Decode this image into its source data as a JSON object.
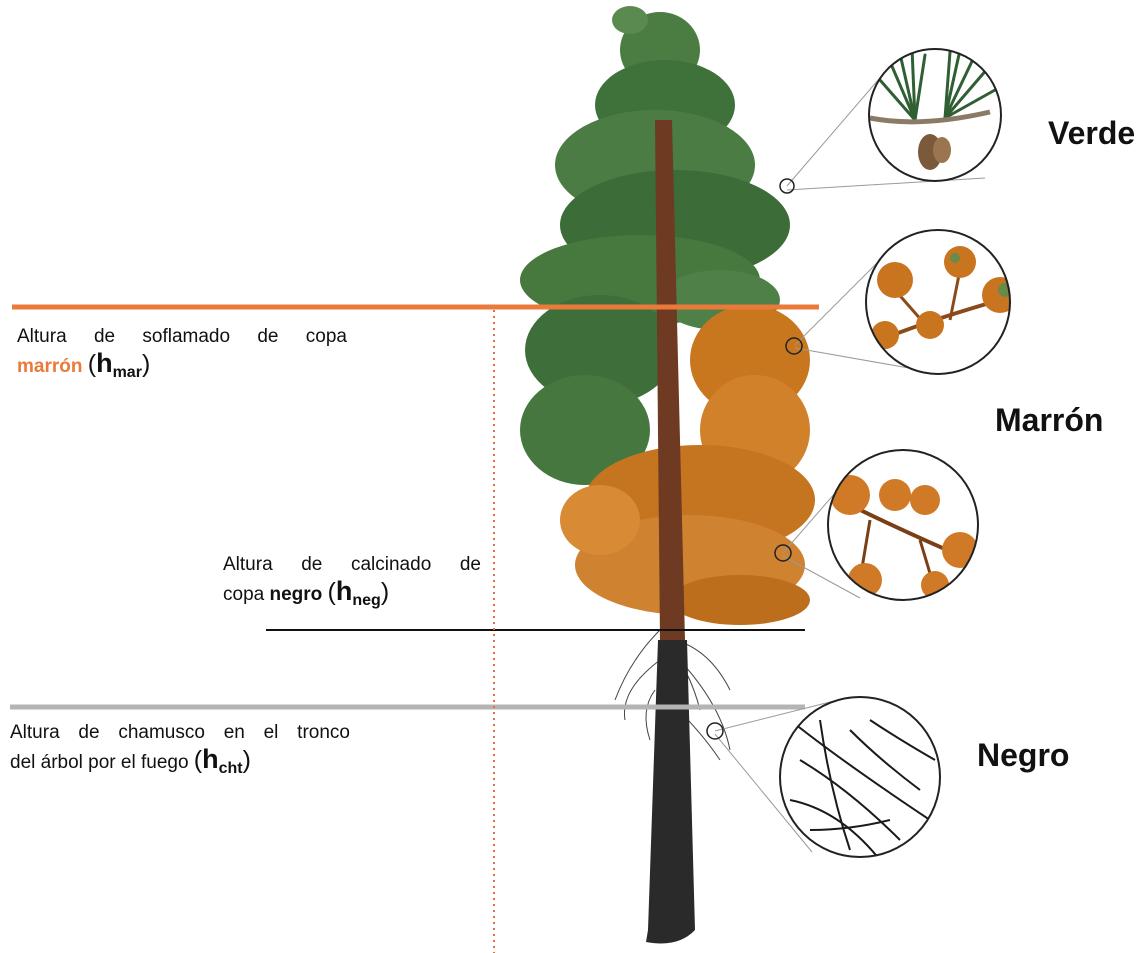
{
  "colors": {
    "orange": "#ea7a3a",
    "dotted_orange": "#e2703a",
    "black_line": "#111111",
    "gray_line": "#b4b4b4",
    "green_foliage": "#3e6e3a",
    "brown_foliage": "#c9771f",
    "trunk": "#6e3a22",
    "trunk_burnt": "#2a2a2a"
  },
  "labels": {
    "brown": {
      "line1": "Altura de soflamado de copa",
      "word": "marrón",
      "h": "h",
      "sub": "mar"
    },
    "black": {
      "line1": "Altura de calcinado de",
      "prefix": "copa ",
      "word": "negro",
      "h": "h",
      "sub": "neg"
    },
    "trunk": {
      "line1": "Altura de chamusco en el tronco",
      "prefix": "del árbol por el fuego ",
      "h": "h",
      "sub": "cht"
    }
  },
  "categories": {
    "green": "Verde",
    "brown": "Marrón",
    "black": "Negro"
  },
  "icons": {
    "inset_green": "green-pine-needles-icon",
    "inset_brown": "scorched-brown-needles-icon",
    "inset_brown2": "scorched-orange-needles-icon",
    "inset_black": "charred-black-branches-icon"
  }
}
